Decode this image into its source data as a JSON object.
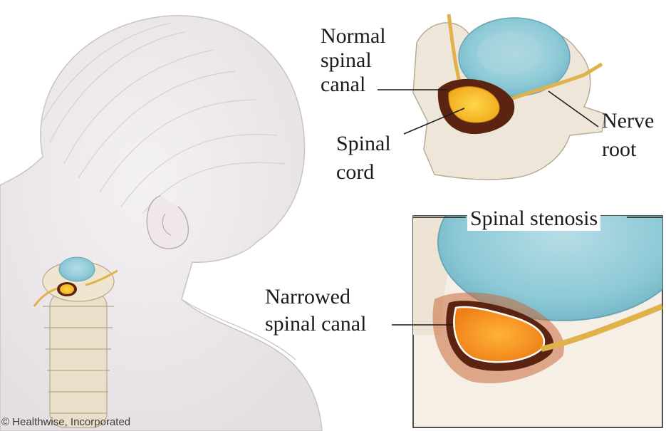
{
  "labels": {
    "normal_canal": [
      "Normal",
      "spinal",
      "canal"
    ],
    "spinal_cord": [
      "Spinal",
      "cord"
    ],
    "nerve_root": [
      "Nerve",
      "root"
    ],
    "narrowed_canal": [
      "Narrowed",
      "spinal canal"
    ],
    "stenosis_title": "Spinal stenosis"
  },
  "credit": "© Healthwise, Incorporated",
  "colors": {
    "disc": "#8cc9d6",
    "cord": "#f2b31c",
    "canal_wall": "#5a2410",
    "bone": "#eee6d8",
    "nerve": "#e1b24a",
    "inflamed": "#c86a3a"
  }
}
